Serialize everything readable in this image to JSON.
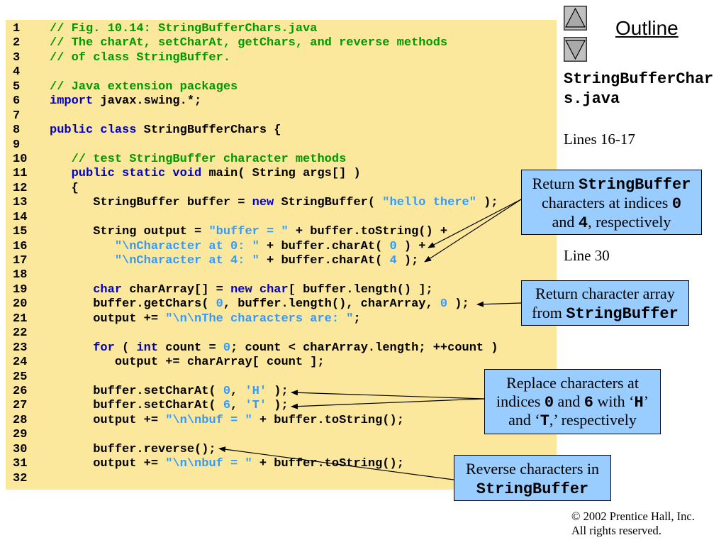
{
  "colors": {
    "code_background": "#FCE89C",
    "callout_background": "#99CCFF",
    "arrow": "#000000"
  },
  "syntax_colors": {
    "comment": "#009900",
    "keyword": "#0000CC",
    "literal": "#3399FF",
    "plain": "#000000"
  },
  "nav": {
    "up_icon": "triangle-up-icon",
    "down_icon": "triangle-down-icon",
    "outline_label": "Outline"
  },
  "sidebar": {
    "file_name": "StringBufferChars.java",
    "note_a": "Lines 16-17",
    "note_b": "Line 30"
  },
  "code": {
    "lines": [
      {
        "number": "1",
        "tokens": [
          [
            "// Fig. 10.14: StringBufferChars.java",
            "#009900"
          ]
        ]
      },
      {
        "number": "2",
        "tokens": [
          [
            "// The charAt, setCharAt, getChars, and reverse methods",
            "#009900"
          ]
        ]
      },
      {
        "number": "3",
        "tokens": [
          [
            "// of class StringBuffer.",
            "#009900"
          ]
        ]
      },
      {
        "number": "4",
        "tokens": []
      },
      {
        "number": "5",
        "tokens": [
          [
            "// Java extension packages",
            "#009900"
          ]
        ]
      },
      {
        "number": "6",
        "tokens": [
          [
            "import",
            "#0000CC"
          ],
          [
            " javax.swing.*;",
            "#000000"
          ]
        ]
      },
      {
        "number": "7",
        "tokens": []
      },
      {
        "number": "8",
        "tokens": [
          [
            "public class",
            "#0000CC"
          ],
          [
            " StringBufferChars {",
            "#000000"
          ]
        ]
      },
      {
        "number": "9",
        "tokens": []
      },
      {
        "number": "10",
        "tokens": [
          [
            "   // test StringBuffer character methods",
            "#009900"
          ]
        ]
      },
      {
        "number": "11",
        "tokens": [
          [
            "   public static void",
            "#0000CC"
          ],
          [
            " main( String args[] )",
            "#000000"
          ]
        ]
      },
      {
        "number": "12",
        "tokens": [
          [
            "   {",
            "#000000"
          ]
        ]
      },
      {
        "number": "13",
        "tokens": [
          [
            "      StringBuffer buffer = ",
            "#000000"
          ],
          [
            "new",
            "#0000CC"
          ],
          [
            " StringBuffer( ",
            "#000000"
          ],
          [
            "\"hello there\"",
            "#3399FF"
          ],
          [
            " );",
            "#000000"
          ]
        ]
      },
      {
        "number": "14",
        "tokens": []
      },
      {
        "number": "15",
        "tokens": [
          [
            "      String output = ",
            "#000000"
          ],
          [
            "\"buffer = \"",
            "#3399FF"
          ],
          [
            " + buffer.toString() +",
            "#000000"
          ]
        ]
      },
      {
        "number": "16",
        "tokens": [
          [
            "         \"\\nCharacter at 0: \"",
            "#3399FF"
          ],
          [
            " + buffer.charAt( ",
            "#000000"
          ],
          [
            "0",
            "#3399FF"
          ],
          [
            " ) +",
            "#000000"
          ]
        ]
      },
      {
        "number": "17",
        "tokens": [
          [
            "         \"\\nCharacter at 4: \"",
            "#3399FF"
          ],
          [
            " + buffer.charAt( ",
            "#000000"
          ],
          [
            "4",
            "#3399FF"
          ],
          [
            " );",
            "#000000"
          ]
        ]
      },
      {
        "number": "18",
        "tokens": []
      },
      {
        "number": "19",
        "tokens": [
          [
            "      char",
            "#0000CC"
          ],
          [
            " charArray[] = ",
            "#000000"
          ],
          [
            "new char",
            "#0000CC"
          ],
          [
            "[ buffer.length() ];",
            "#000000"
          ]
        ]
      },
      {
        "number": "20",
        "tokens": [
          [
            "      buffer.getChars( ",
            "#000000"
          ],
          [
            "0",
            "#3399FF"
          ],
          [
            ", buffer.length(), charArray, ",
            "#000000"
          ],
          [
            "0",
            "#3399FF"
          ],
          [
            " );",
            "#000000"
          ]
        ]
      },
      {
        "number": "21",
        "tokens": [
          [
            "      output += ",
            "#000000"
          ],
          [
            "\"\\n\\nThe characters are: \"",
            "#3399FF"
          ],
          [
            ";",
            "#000000"
          ]
        ]
      },
      {
        "number": "22",
        "tokens": []
      },
      {
        "number": "23",
        "tokens": [
          [
            "      for",
            "#0000CC"
          ],
          [
            " ( ",
            "#000000"
          ],
          [
            "int",
            "#0000CC"
          ],
          [
            " count = ",
            "#000000"
          ],
          [
            "0",
            "#3399FF"
          ],
          [
            "; count < charArray.length; ++count )",
            "#000000"
          ]
        ]
      },
      {
        "number": "24",
        "tokens": [
          [
            "         output += charArray[ count ];",
            "#000000"
          ]
        ]
      },
      {
        "number": "25",
        "tokens": []
      },
      {
        "number": "26",
        "tokens": [
          [
            "      buffer.setCharAt( ",
            "#000000"
          ],
          [
            "0",
            "#3399FF"
          ],
          [
            ", ",
            "#000000"
          ],
          [
            "'H'",
            "#3399FF"
          ],
          [
            " );",
            "#000000"
          ]
        ]
      },
      {
        "number": "27",
        "tokens": [
          [
            "      buffer.setCharAt( ",
            "#000000"
          ],
          [
            "6",
            "#3399FF"
          ],
          [
            ", ",
            "#000000"
          ],
          [
            "'T'",
            "#3399FF"
          ],
          [
            " );",
            "#000000"
          ]
        ]
      },
      {
        "number": "28",
        "tokens": [
          [
            "      output += ",
            "#000000"
          ],
          [
            "\"\\n\\nbuf = \"",
            "#3399FF"
          ],
          [
            " + buffer.toString();",
            "#000000"
          ]
        ]
      },
      {
        "number": "29",
        "tokens": []
      },
      {
        "number": "30",
        "tokens": [
          [
            "      buffer.reverse();",
            "#000000"
          ]
        ]
      },
      {
        "number": "31",
        "tokens": [
          [
            "      output += ",
            "#000000"
          ],
          [
            "\"\\n\\nbuf = \"",
            "#3399FF"
          ],
          [
            " + buffer.toString();",
            "#000000"
          ]
        ]
      },
      {
        "number": "32",
        "tokens": []
      }
    ]
  },
  "callouts": [
    {
      "lines": [
        [
          {
            "text": "Return ",
            "code": false
          },
          {
            "text": "StringBuffer",
            "code": true
          }
        ],
        [
          {
            "text": "characters at indices ",
            "code": false
          },
          {
            "text": "0",
            "code": true
          }
        ],
        [
          {
            "text": "and ",
            "code": false
          },
          {
            "text": "4",
            "code": true
          },
          {
            "text": ", respectively",
            "code": false
          }
        ]
      ]
    },
    {
      "lines": [
        [
          {
            "text": "Return character array",
            "code": false
          }
        ],
        [
          {
            "text": "from ",
            "code": false
          },
          {
            "text": "StringBuffer",
            "code": true
          }
        ]
      ]
    },
    {
      "lines": [
        [
          {
            "text": "Replace characters at",
            "code": false
          }
        ],
        [
          {
            "text": "indices ",
            "code": false
          },
          {
            "text": "0",
            "code": true
          },
          {
            "text": " and ",
            "code": false
          },
          {
            "text": "6",
            "code": true
          },
          {
            "text": " with ‘",
            "code": false
          },
          {
            "text": "H",
            "code": true
          },
          {
            "text": "’",
            "code": false
          }
        ],
        [
          {
            "text": "and ‘",
            "code": false
          },
          {
            "text": "T",
            "code": true
          },
          {
            "text": ",’ respectively",
            "code": false
          }
        ]
      ]
    },
    {
      "lines": [
        [
          {
            "text": "Reverse characters in",
            "code": false
          }
        ],
        [
          {
            "text": "StringBuffer",
            "code": true
          }
        ]
      ]
    }
  ],
  "footer": {
    "copyright": "© 2002 Prentice Hall, Inc.",
    "rights": "All rights reserved."
  }
}
